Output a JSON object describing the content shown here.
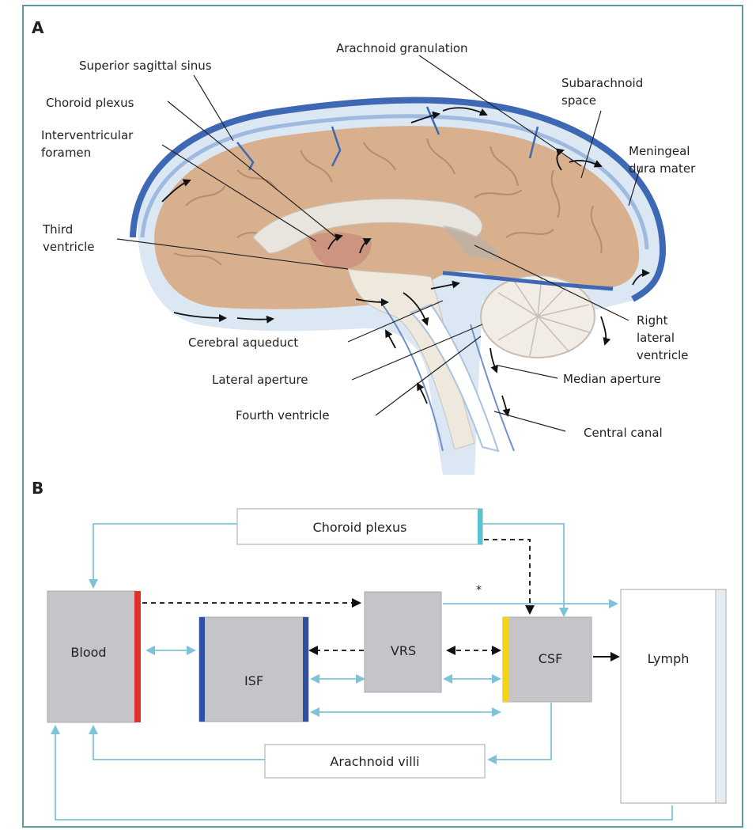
{
  "panel_a": {
    "letter": "A",
    "labels": {
      "superior_sagittal_sinus": "Superior sagittal sinus",
      "arachnoid_granulation": "Arachnoid granulation",
      "subarachnoid_space_1": "Subarachnoid",
      "subarachnoid_space_2": "space",
      "choroid_plexus": "Choroid plexus",
      "interventricular_foramen_1": "Interventricular",
      "interventricular_foramen_2": "foramen",
      "meningeal_dura_mater_1": "Meningeal",
      "meningeal_dura_mater_2": "dura mater",
      "third_ventricle_1": "Third",
      "third_ventricle_2": "ventricle",
      "right_lateral_ventricle_1": "Right",
      "right_lateral_ventricle_2": "lateral",
      "right_lateral_ventricle_3": "ventricle",
      "cerebral_aqueduct": "Cerebral aqueduct",
      "lateral_aperture": "Lateral aperture",
      "median_aperture": "Median aperture",
      "fourth_ventricle": "Fourth ventricle",
      "central_canal": "Central canal"
    }
  },
  "panel_b": {
    "letter": "B",
    "boxes": {
      "choroid_plexus": "Choroid plexus",
      "blood": "Blood",
      "isf": "ISF",
      "vrs": "VRS",
      "csf": "CSF",
      "lymph": "Lymph",
      "arachnoid_villi": "Arachnoid villi"
    },
    "asterisk": "*",
    "colors": {
      "box_fill": "#c5c5c9",
      "light_arrow": "#7ec4d8",
      "dashed_arrow": "#111111",
      "blood_bar": "#e0312a",
      "isf_bar": "#2e4fa3",
      "csf_bar": "#f2d51b",
      "choroid_bar": "#55c6cf"
    }
  }
}
